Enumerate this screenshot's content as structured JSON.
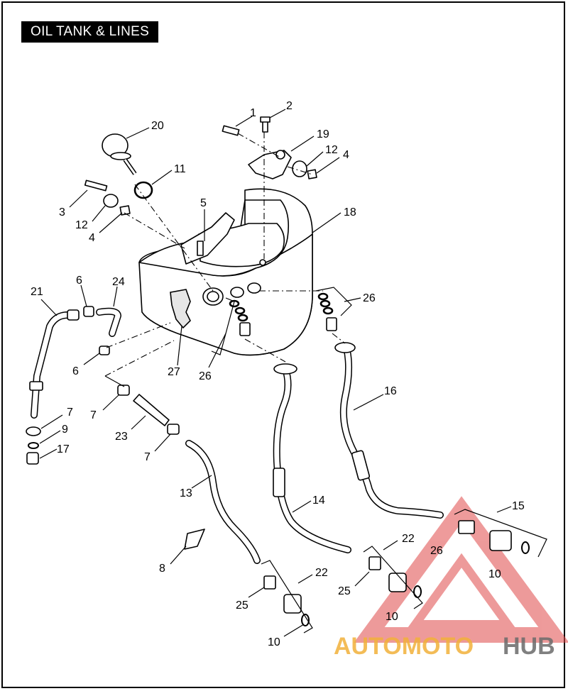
{
  "title": "OIL TANK & LINES",
  "callouts": [
    {
      "id": "c1",
      "text": "1"
    },
    {
      "id": "c2",
      "text": "2"
    },
    {
      "id": "c19",
      "text": "19"
    },
    {
      "id": "c12a",
      "text": "12"
    },
    {
      "id": "c4a",
      "text": "4"
    },
    {
      "id": "c20",
      "text": "20"
    },
    {
      "id": "c11",
      "text": "11"
    },
    {
      "id": "c3",
      "text": "3"
    },
    {
      "id": "c12b",
      "text": "12"
    },
    {
      "id": "c4b",
      "text": "4"
    },
    {
      "id": "c5",
      "text": "5"
    },
    {
      "id": "c18",
      "text": "18"
    },
    {
      "id": "c21",
      "text": "21"
    },
    {
      "id": "c6a",
      "text": "6"
    },
    {
      "id": "c24",
      "text": "24"
    },
    {
      "id": "c26a",
      "text": "26"
    },
    {
      "id": "c6b",
      "text": "6"
    },
    {
      "id": "c27",
      "text": "27"
    },
    {
      "id": "c26b",
      "text": "26"
    },
    {
      "id": "c16",
      "text": "16"
    },
    {
      "id": "c7a",
      "text": "7"
    },
    {
      "id": "c7b",
      "text": "7"
    },
    {
      "id": "c9",
      "text": "9"
    },
    {
      "id": "c17",
      "text": "17"
    },
    {
      "id": "c23",
      "text": "23"
    },
    {
      "id": "c7c",
      "text": "7"
    },
    {
      "id": "c13",
      "text": "13"
    },
    {
      "id": "c14",
      "text": "14"
    },
    {
      "id": "c15",
      "text": "15"
    },
    {
      "id": "c22a",
      "text": "22"
    },
    {
      "id": "c26c",
      "text": "26"
    },
    {
      "id": "c10a",
      "text": "10"
    },
    {
      "id": "c25a",
      "text": "25"
    },
    {
      "id": "c10b",
      "text": "10"
    },
    {
      "id": "c8",
      "text": "8"
    },
    {
      "id": "c22b",
      "text": "22"
    },
    {
      "id": "c25b",
      "text": "25"
    },
    {
      "id": "c10c",
      "text": "10"
    }
  ],
  "watermark": {
    "part1": "AUTOMOTO",
    "part2": "HUB",
    "color_primary": "#f2b13a",
    "color_secondary": "#6b6b6b",
    "triangle_color": "#e04848"
  }
}
